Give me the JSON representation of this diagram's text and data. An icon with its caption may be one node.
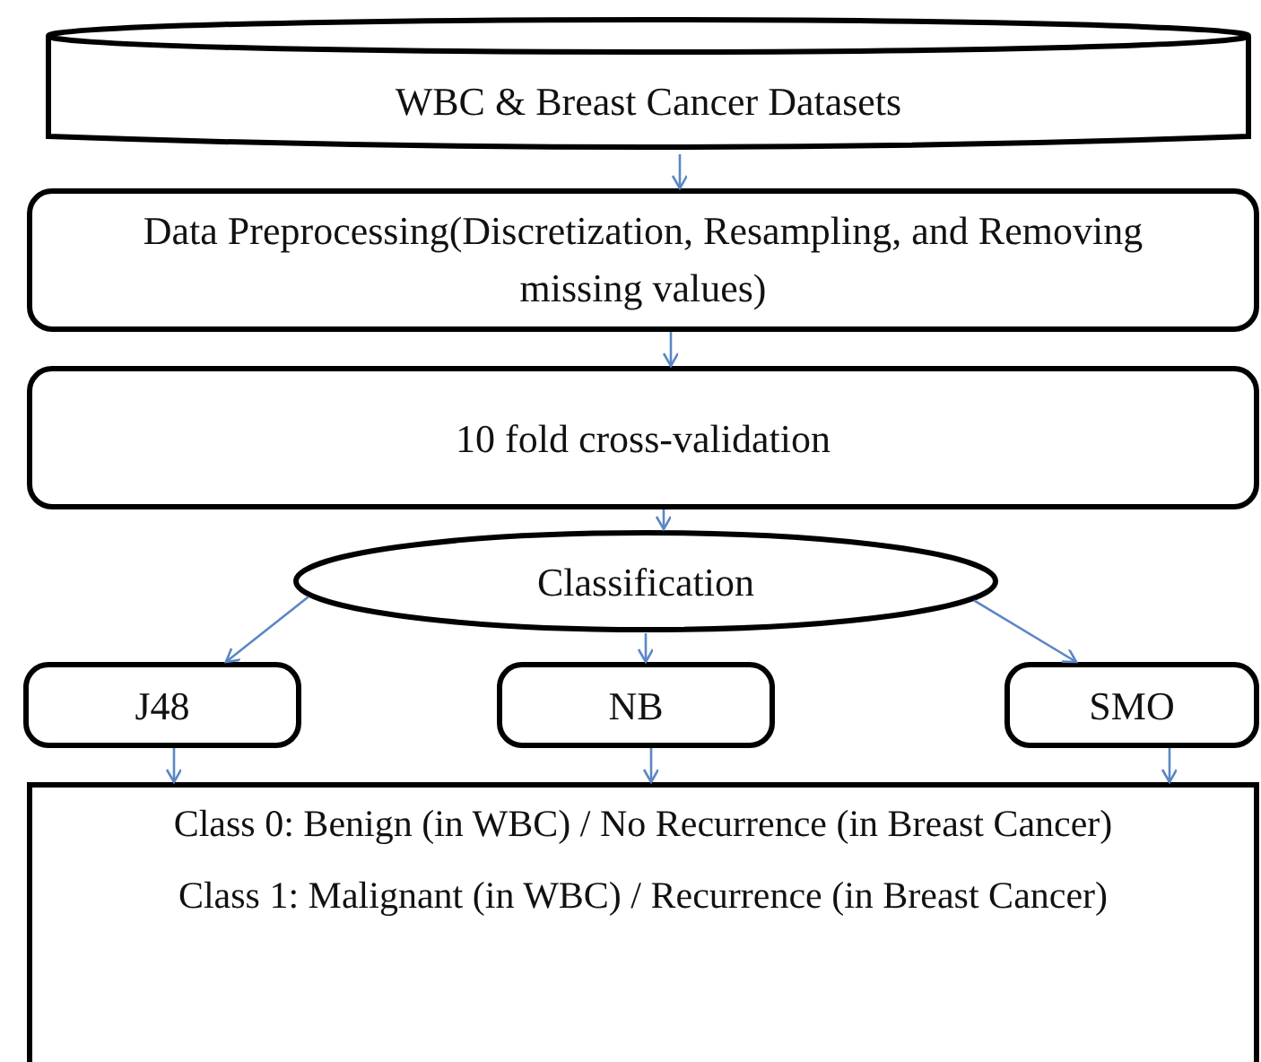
{
  "diagram": {
    "nodes": [
      {
        "text": [
          "WBC & Breast Cancer Datasets"
        ]
      },
      {
        "text": [
          "Data Preprocessing(Discretization, Resampling, and Removing missing values)"
        ]
      },
      {
        "text": [
          "10 fold cross-validation"
        ]
      },
      {
        "text": [
          "Classification"
        ]
      },
      {
        "text": [
          "J48"
        ]
      },
      {
        "text": [
          "NB"
        ]
      },
      {
        "text": [
          "SMO"
        ]
      },
      {
        "text": [
          "Class 0: Benign (in WBC) / No Recurrence (in Breast Cancer)",
          "Class 1: Malignant (in WBC) / Recurrence (in Breast Cancer)"
        ]
      }
    ],
    "edges": [
      {
        "from": 0,
        "to": 1,
        "arrow": "to"
      },
      {
        "from": 1,
        "to": 2,
        "arrow": "to"
      },
      {
        "from": 2,
        "to": 3,
        "arrow": "to"
      },
      {
        "from": 3,
        "to": 4,
        "arrow": "to"
      },
      {
        "from": 3,
        "to": 5,
        "arrow": "to"
      },
      {
        "from": 3,
        "to": 6,
        "arrow": "to"
      },
      {
        "from": 4,
        "to": 7,
        "arrow": "to"
      },
      {
        "from": 5,
        "to": 7,
        "arrow": "to"
      },
      {
        "from": 6,
        "to": 7,
        "arrow": "to"
      }
    ]
  }
}
